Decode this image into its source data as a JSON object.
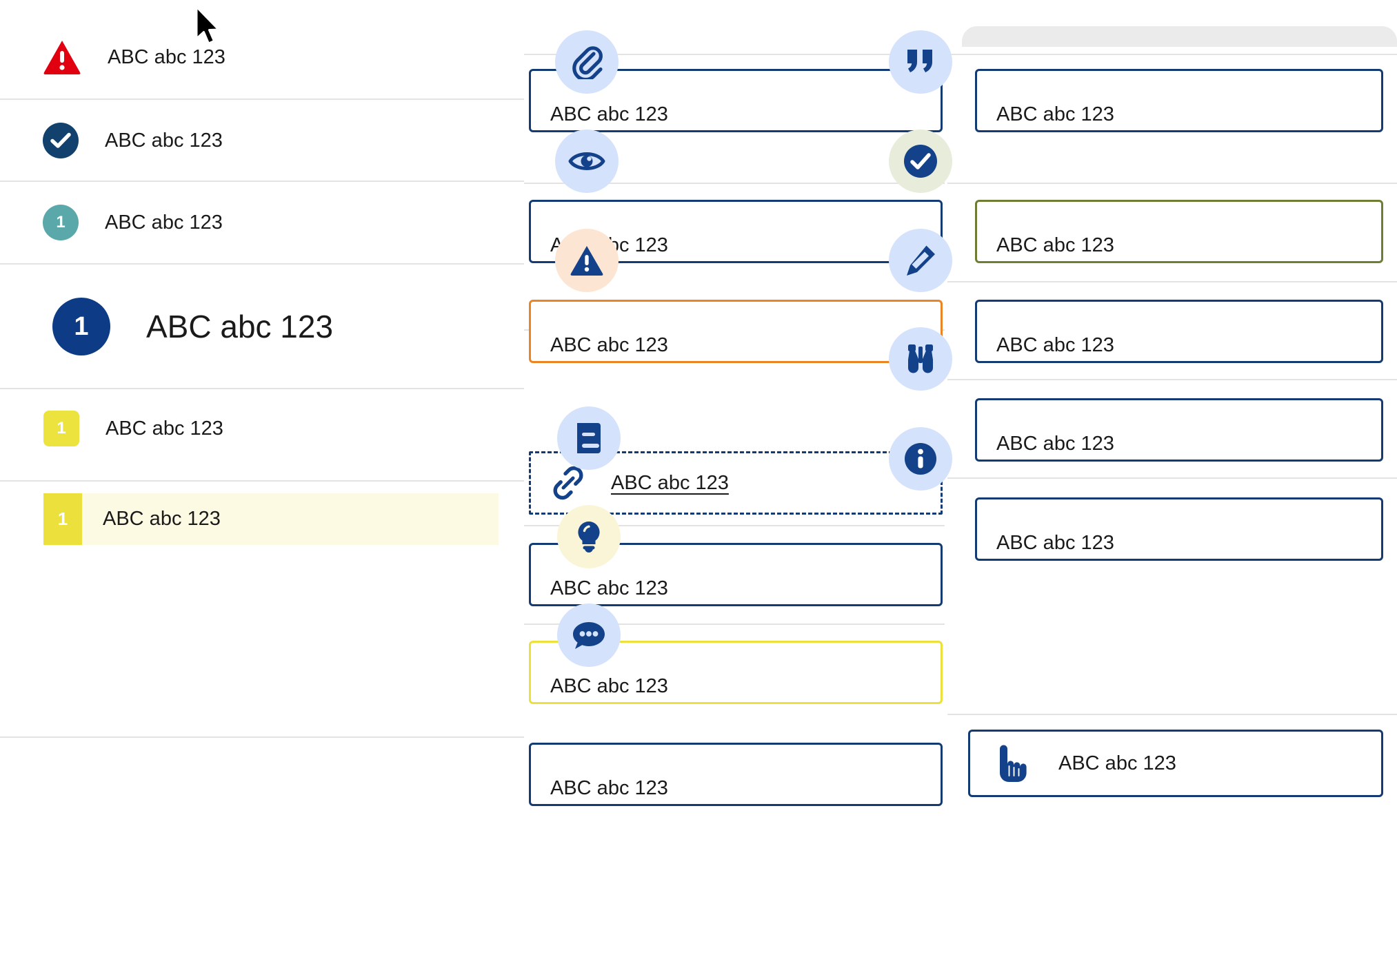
{
  "sample_text": "ABC abc 123",
  "left_column": {
    "rows": [
      {
        "id": "alert-row",
        "icon": "warning-triangle-icon",
        "icon_color": "#e1000f",
        "label": "ABC abc 123",
        "badge_text": ""
      },
      {
        "id": "success-row",
        "icon": "check-circle-icon",
        "icon_color": "#12416e",
        "label": "ABC abc 123",
        "badge_text": ""
      },
      {
        "id": "teal-row",
        "icon": "number-badge-circle",
        "icon_color": "#5aa8aa",
        "label": "ABC abc 123",
        "badge_text": "1"
      },
      {
        "id": "large-row",
        "icon": "number-badge-circle",
        "icon_color": "#0d3b85",
        "label": "ABC abc 123",
        "badge_text": "1"
      },
      {
        "id": "yellow-row",
        "icon": "number-badge-square",
        "icon_color": "#ede33f",
        "label": "ABC abc 123",
        "badge_text": "1"
      }
    ],
    "highlighted_row": {
      "id": "highlighted-row",
      "badge_text": "1",
      "badge_color": "#ebe03c",
      "background": "#fdfae3",
      "label": "ABC abc 123"
    }
  },
  "middle_column": {
    "cards": [
      {
        "id": "attachment-card",
        "icon": "paperclip-icon",
        "icon_bg": "#d4e2fb",
        "border_color": "#133b72",
        "border_style": "solid",
        "label": "ABC abc 123"
      },
      {
        "id": "preview-card",
        "icon": "eye-icon",
        "icon_bg": "#d4e2fb",
        "border_color": "#133b72",
        "border_style": "solid",
        "label": "ABC abc 123"
      },
      {
        "id": "warning-card",
        "icon": "warning-triangle-icon",
        "icon_bg": "#fde5d3",
        "border_color": "#e98524",
        "border_style": "solid",
        "label": "ABC abc 123"
      },
      {
        "id": "link-card",
        "icon": "link-chain-icon",
        "icon_bg": "none",
        "border_color": "#133b72",
        "border_style": "dashed",
        "label": "ABC abc 123"
      },
      {
        "id": "book-card",
        "icon": "book-icon",
        "icon_bg": "#d4e2fb",
        "border_color": "#133b72",
        "border_style": "solid",
        "label": "ABC abc 123"
      },
      {
        "id": "idea-card",
        "icon": "lightbulb-icon",
        "icon_bg": "#fbf5d7",
        "border_color": "#ebe03c",
        "border_style": "solid",
        "label": "ABC abc 123"
      },
      {
        "id": "comment-card",
        "icon": "chat-bubble-icon",
        "icon_bg": "#d4e2fb",
        "border_color": "#133b72",
        "border_style": "solid",
        "label": "ABC abc 123"
      }
    ]
  },
  "right_column": {
    "cards": [
      {
        "id": "quote-card",
        "icon": "quote-icon",
        "icon_bg": "#d4e2fb",
        "border_color": "#133b72",
        "label": "ABC abc 123"
      },
      {
        "id": "success-card",
        "icon": "check-circle-icon",
        "icon_bg": "#e7edda",
        "border_color": "#6d7d33",
        "label": "ABC abc 123"
      },
      {
        "id": "edit-card",
        "icon": "pencil-icon",
        "icon_bg": "#d4e2fb",
        "border_color": "#133b72",
        "label": "ABC abc 123"
      },
      {
        "id": "observe-card",
        "icon": "binoculars-icon",
        "icon_bg": "#d4e2fb",
        "border_color": "#133b72",
        "label": "ABC abc 123"
      },
      {
        "id": "info-card",
        "icon": "info-circle-icon",
        "icon_bg": "#d4e2fb",
        "border_color": "#133b72",
        "label": "ABC abc 123"
      },
      {
        "id": "action-card",
        "icon": "hand-pointer-icon",
        "icon_bg": "none",
        "border_color": "#133b72",
        "label": "ABC abc 123"
      }
    ]
  },
  "colors": {
    "navy": "#133b72",
    "deep_blue": "#0d3b85",
    "red": "#e1000f",
    "teal": "#5aa8aa",
    "yellow": "#ebe03c",
    "orange": "#e98524",
    "olive": "#6d7d33",
    "icon_bubble_blue": "#d4e2fb",
    "icon_bubble_peach": "#fde5d3",
    "icon_bubble_green": "#e7edda",
    "icon_bubble_yellow": "#fbf5d7",
    "highlight_bg": "#fdfae3",
    "separator": "#e3e3e3",
    "panel_grey": "#ebebeb"
  }
}
